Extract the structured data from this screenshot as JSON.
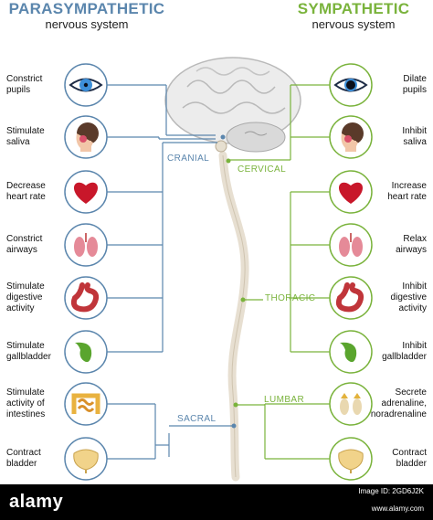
{
  "titles": {
    "parasympathetic": "PARASYMPATHETIC",
    "parasympathetic_sub": "nervous system",
    "sympathetic": "SYMPATHETIC",
    "sympathetic_sub": "nervous system"
  },
  "segments": {
    "cranial": "CRANIAL",
    "cervical": "CERVICAL",
    "thoracic": "THORACIC",
    "lumbar": "LUMBAR",
    "sacral": "SACRAL"
  },
  "parasympathetic_effects": [
    {
      "text": "Constrict\npupils",
      "icon": "eye-icon"
    },
    {
      "text": "Stimulate\nsaliva",
      "icon": "salivary-gland-icon"
    },
    {
      "text": "Decrease\nheart rate",
      "icon": "heart-icon"
    },
    {
      "text": "Constrict\nairways",
      "icon": "lungs-icon"
    },
    {
      "text": "Stimulate\ndigestive\nactivity",
      "icon": "stomach-icon"
    },
    {
      "text": "Stimulate\ngallbladder",
      "icon": "gallbladder-icon"
    },
    {
      "text": "Stimulate\nactivity of\nintestines",
      "icon": "intestines-icon"
    },
    {
      "text": "Contract\nbladder",
      "icon": "bladder-icon"
    }
  ],
  "sympathetic_effects": [
    {
      "text": "Dilate\npupils",
      "icon": "eye-icon"
    },
    {
      "text": "Inhibit\nsaliva",
      "icon": "salivary-gland-icon"
    },
    {
      "text": "Increase\nheart rate",
      "icon": "heart-icon"
    },
    {
      "text": "Relax\nairways",
      "icon": "lungs-icon"
    },
    {
      "text": "Inhibit\ndigestive\nactivity",
      "icon": "stomach-icon"
    },
    {
      "text": "Inhibit\ngallbladder",
      "icon": "gallbladder-icon"
    },
    {
      "text": "Secrete\nadrenaline,\nnoradrenaline",
      "icon": "adrenal-gland-icon"
    },
    {
      "text": "Contract\nbladder",
      "icon": "bladder-icon"
    }
  ],
  "colors": {
    "parasympathetic": "#5b86ad",
    "sympathetic": "#7ab33c",
    "cord": "#e7dfd1",
    "brain": "#ececec",
    "heart": "#c8172a",
    "lungs": "#e58a98",
    "stomach": "#c0353a",
    "gallbladder": "#5aa52e",
    "intestines": "#e9b23f",
    "bladder": "#f1d38a"
  },
  "footer": {
    "logo": "alamy",
    "image_id": "Image ID: 2GD6J2K",
    "url": "www.alamy.com"
  }
}
